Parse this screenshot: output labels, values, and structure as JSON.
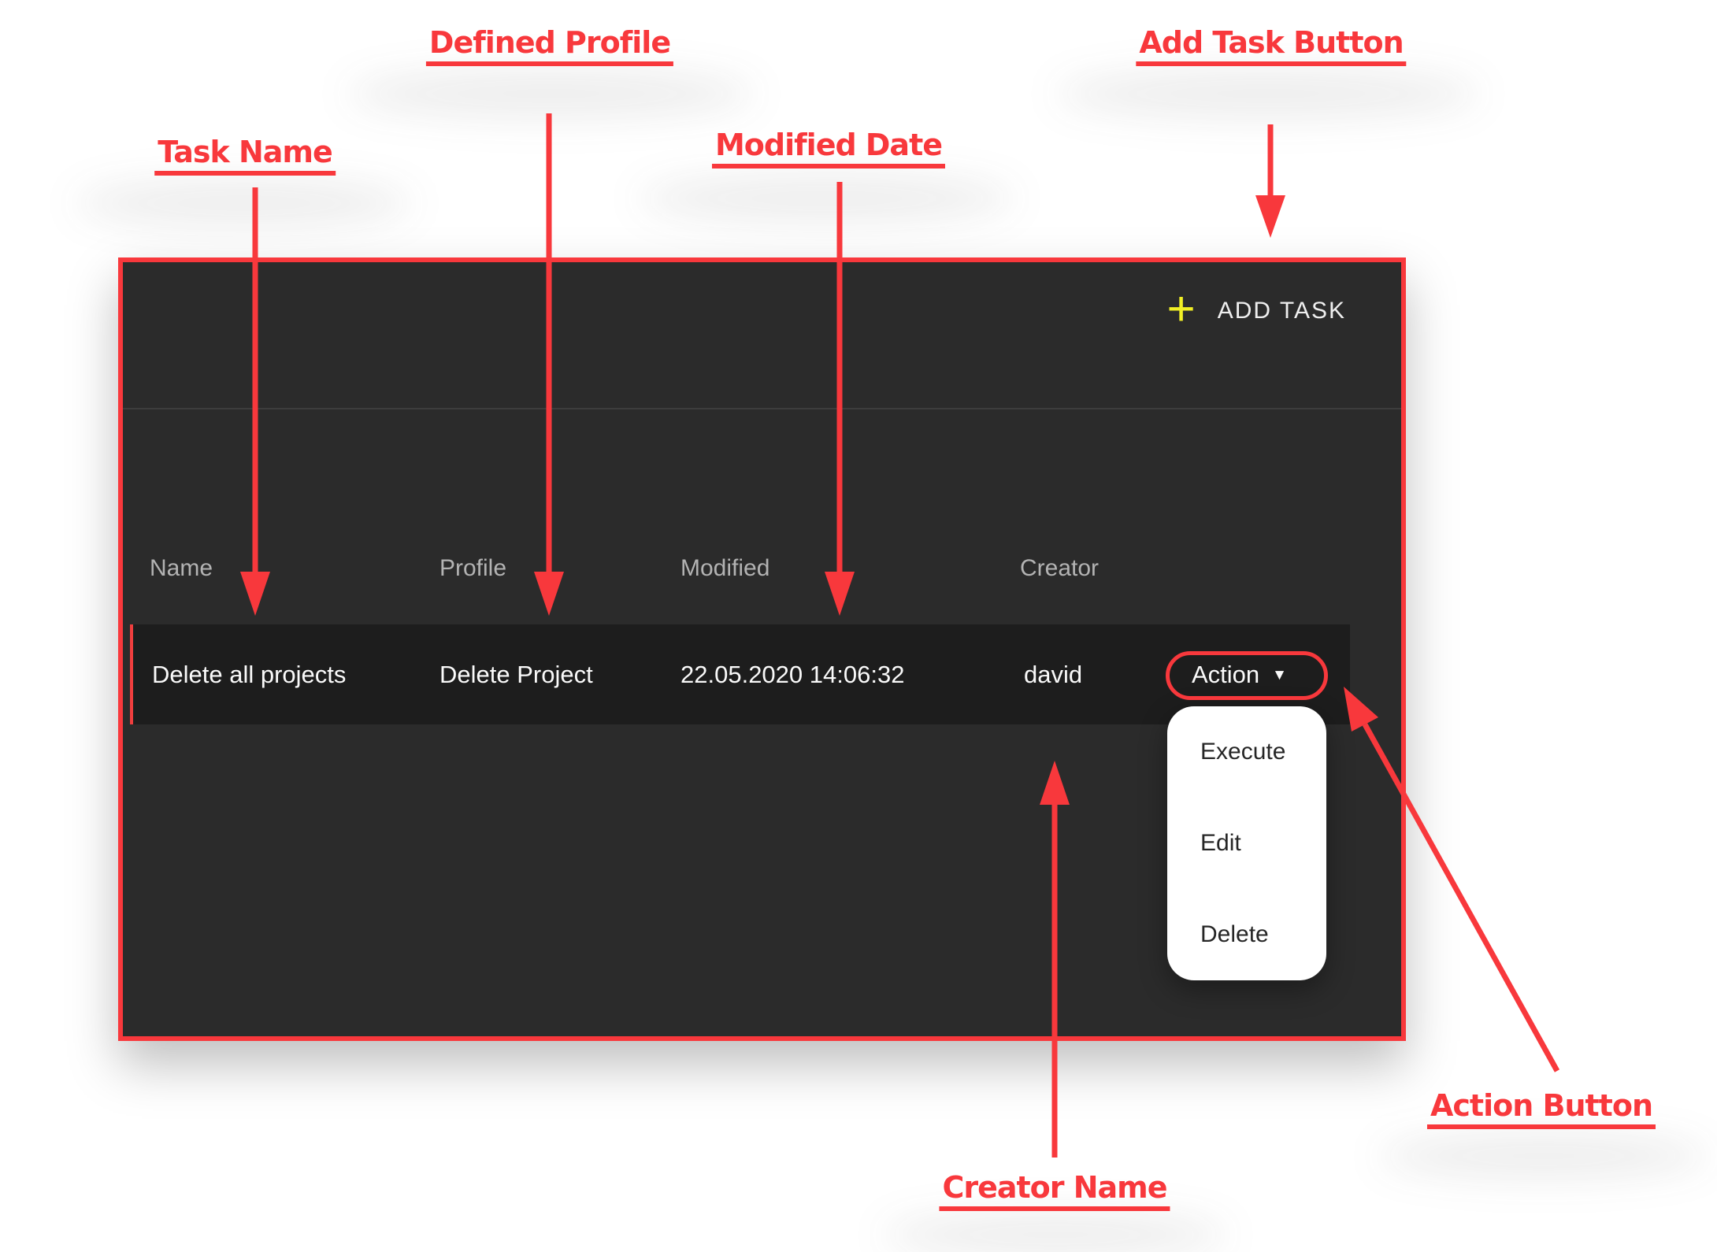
{
  "annotations": {
    "task_name": "Task Name",
    "defined_profile": "Defined Profile",
    "modified_date": "Modified Date",
    "add_task_button": "Add Task Button",
    "creator_name": "Creator Name",
    "action_button": "Action Button"
  },
  "panel": {
    "toolbar": {
      "add_task_label": "ADD TASK"
    },
    "table": {
      "columns": [
        "Name",
        "Profile",
        "Modified",
        "Creator"
      ],
      "rows": [
        {
          "name": "Delete all projects",
          "profile": "Delete Project",
          "modified": "22.05.2020 14:06:32",
          "creator": "david",
          "action_label": "Action"
        }
      ]
    },
    "action_menu": {
      "items": [
        "Execute",
        "Edit",
        "Delete"
      ]
    }
  },
  "icons": {
    "plus": "+",
    "chevron_down": "▼"
  },
  "colors": {
    "annotation_red": "#f8383c",
    "panel_bg": "#2b2b2b",
    "panel_border": "#f8383c",
    "divider": "#3d3d3d",
    "header_text": "#b3b3b3",
    "row_bg": "#1d1d1d",
    "row_accent": "#ef3e3e",
    "row_text": "#fafafa",
    "accent_yellow": "#f1ef25",
    "add_task_text": "#efefef",
    "dropdown_bg": "#ffffff",
    "dropdown_text": "#262626"
  }
}
